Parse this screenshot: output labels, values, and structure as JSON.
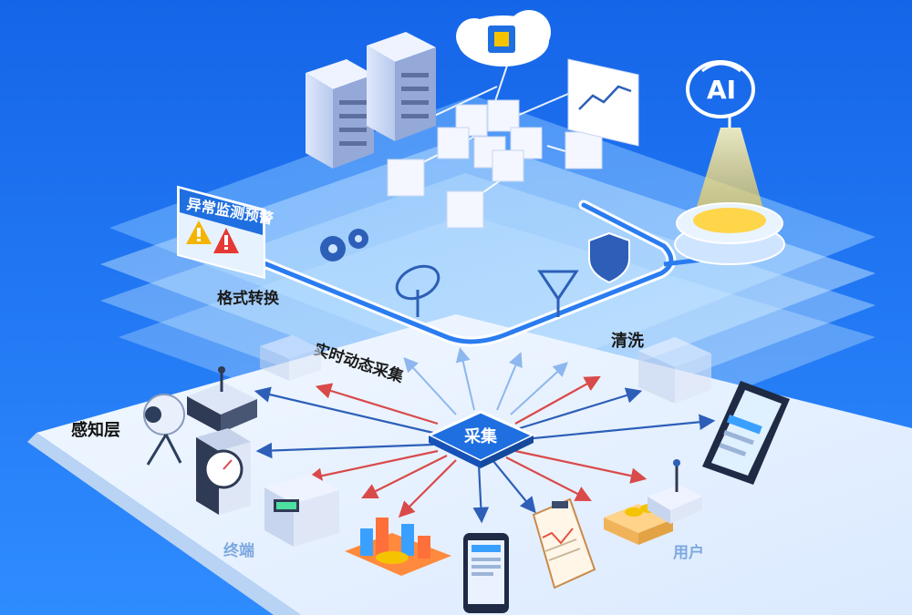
{
  "labels": {
    "alert_panel": "异常监测预警",
    "format_conversion": "格式转换",
    "realtime_collection": "实时动态采集",
    "cleaning": "清洗",
    "collect_hub": "采集",
    "perception_layer": "感知层",
    "terminal": "终端",
    "user": "用户",
    "ai_badge": "AI"
  },
  "colors": {
    "background_top": "#1a6ff0",
    "background_bottom": "#2f8cff",
    "accent_blue": "#1f6fe0",
    "arrow_red": "#d94a4a",
    "arrow_blue": "#2d5fb8",
    "alert_red": "#e53935",
    "alert_yellow": "#f5b400",
    "ai_glow": "#ffd54a"
  },
  "icons": [
    "cloud-chip-icon",
    "server-icon",
    "cube-icon",
    "chart-monitor-icon",
    "ai-brain-icon",
    "gear-icon",
    "satellite-dish-icon",
    "filter-funnel-icon",
    "shield-icon",
    "warning-icon",
    "camera-icon",
    "router-icon",
    "meter-icon",
    "controller-icon",
    "bar-chart-icon",
    "phone-icon",
    "document-icon",
    "coins-icon",
    "device-icon",
    "database-icon"
  ]
}
